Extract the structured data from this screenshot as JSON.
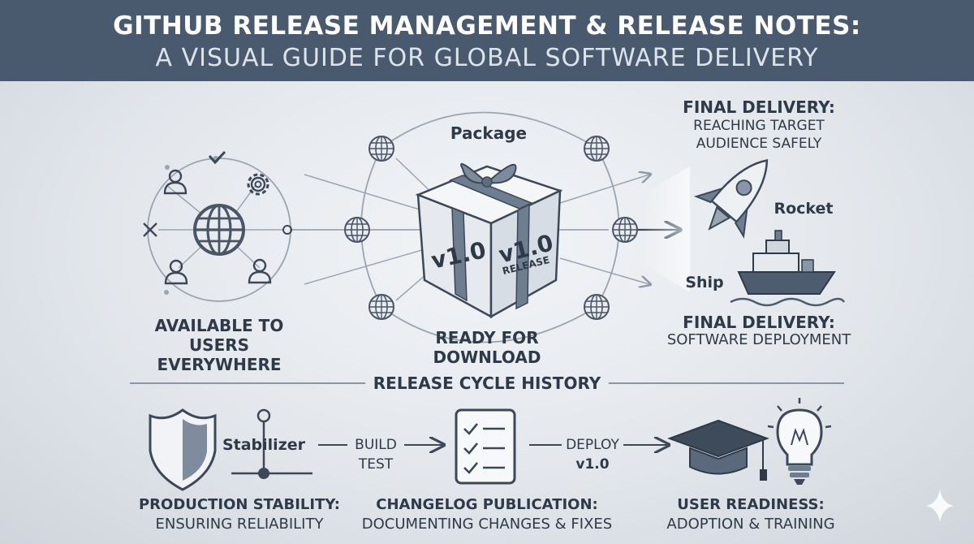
{
  "header": {
    "title_line1": "GITHUB RELEASE MANAGEMENT & RELEASE NOTES:",
    "title_line2": "A VISUAL GUIDE FOR GLOBAL SOFTWARE DELIVERY"
  },
  "left": {
    "caption_line1": "AVAILABLE TO USERS",
    "caption_line2": "EVERYWHERE"
  },
  "center": {
    "package_label": "Package",
    "box_left_text": "v1.0",
    "box_right_text": "v1.0",
    "box_right_sub": "RELEASE",
    "caption": "READY FOR DOWNLOAD"
  },
  "right": {
    "top_title": "FINAL DELIVERY:",
    "top_sub_line1": "REACHING TARGET",
    "top_sub_line2": "AUDIENCE SAFELY",
    "rocket_label": "Rocket",
    "ship_label": "Ship",
    "bottom_title": "FINAL DELIVERY:",
    "bottom_sub": "SOFTWARE DEPLOYMENT"
  },
  "history": {
    "title": "RELEASE CYCLE HISTORY",
    "stabilizer_label": "Stabilizer",
    "build_label": "BUILD",
    "test_label": "TEST",
    "deploy_label": "DEPLOY",
    "deploy_version": "v1.0",
    "col1_title": "PRODUCTION STABILITY:",
    "col1_sub": "ENSURING RELIABILITY",
    "col2_title": "CHANGELOG PUBLICATION:",
    "col2_sub": "DOCUMENTING CHANGES & FIXES",
    "col3_title": "USER READINESS:",
    "col3_sub": "ADOPTION & TRAINING"
  },
  "colors": {
    "header_bg": "#4a5a6e",
    "ink": "#2e3a48",
    "mid": "#6b7a8c",
    "light": "#b7c1cc"
  }
}
